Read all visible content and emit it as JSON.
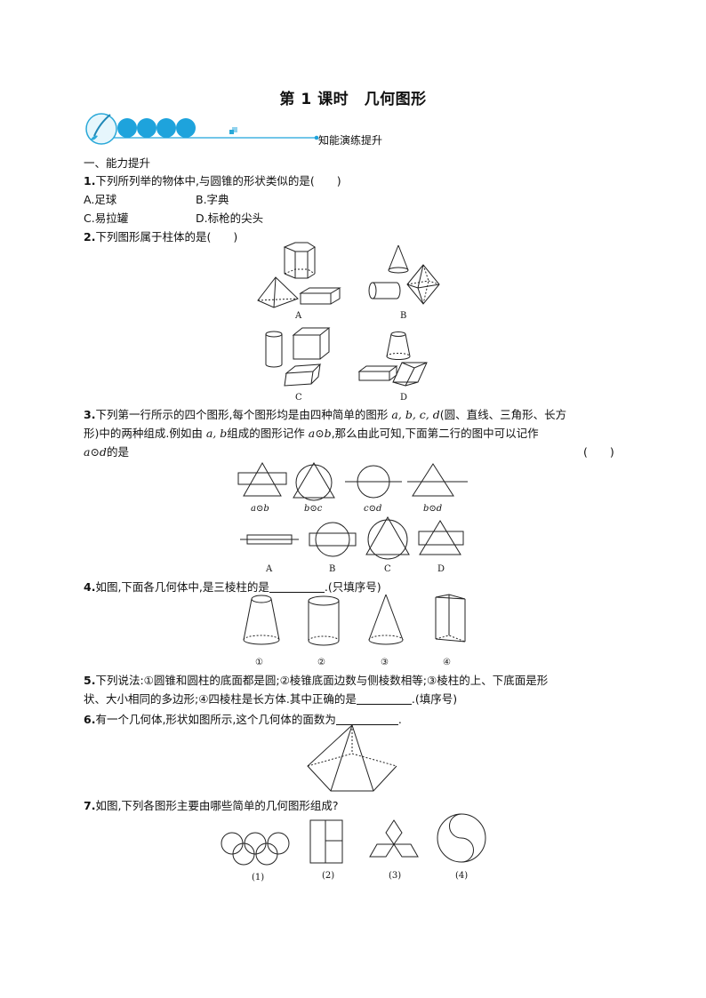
{
  "title": "第 1 课时　几何图形",
  "banner": {
    "label": "知能演练提升"
  },
  "section": {
    "heading": "一、能力提升"
  },
  "q1": {
    "num": "1.",
    "text": "下列所列举的物体中,与圆锥的形状类似的是(　　)",
    "options": {
      "a": "A.足球",
      "b": "B.字典",
      "c": "C.易拉罐",
      "d": "D.标枪的尖头"
    }
  },
  "q2": {
    "num": "2.",
    "text": "下列图形属于柱体的是(　　)",
    "labels": {
      "a": "A",
      "b": "B",
      "c": "C",
      "d": "D"
    }
  },
  "q3": {
    "num": "3.",
    "line1": "下列第一行所示的四个图形,每个图形均是由四种简单的图形",
    "vars": "a, b, c, d",
    "line1b": "(圆、直线、三角形、长方",
    "line2a": "形)中的两种组成.例如由",
    "ab": "a, b",
    "line2b": "组成的图形记作",
    "aob": "a⊙b",
    "line2c": ",那么由此可知,下面第二行的图中可以记作",
    "aod": "a⊙d",
    "line3": "的是",
    "paren": "(　　)",
    "row1_labels": [
      "a⊙b",
      "b⊙c",
      "c⊙d",
      "b⊙d"
    ],
    "row2_labels": [
      "A",
      "B",
      "C",
      "D"
    ]
  },
  "q4": {
    "num": "4.",
    "text_a": "如图,下面各几何体中,是三棱柱的是",
    "text_b": ".(只填序号)",
    "labels": [
      "①",
      "②",
      "③",
      "④"
    ]
  },
  "q5": {
    "num": "5.",
    "line1": "下列说法:①圆锥和圆柱的底面都是圆;②棱锥底面边数与侧棱数相等;③棱柱的上、下底面是形",
    "line2a": "状、大小相同的多边形;④四棱柱是长方体.其中正确的是",
    "line2b": ".(填序号)"
  },
  "q6": {
    "num": "6.",
    "text_a": "有一个几何体,形状如图所示,这个几何体的面数为",
    "text_b": "."
  },
  "q7": {
    "num": "7.",
    "text": "如图,下列各图形主要由哪些简单的几何图形组成?",
    "labels": [
      "(1)",
      "(2)",
      "(3)",
      "(4)"
    ]
  }
}
